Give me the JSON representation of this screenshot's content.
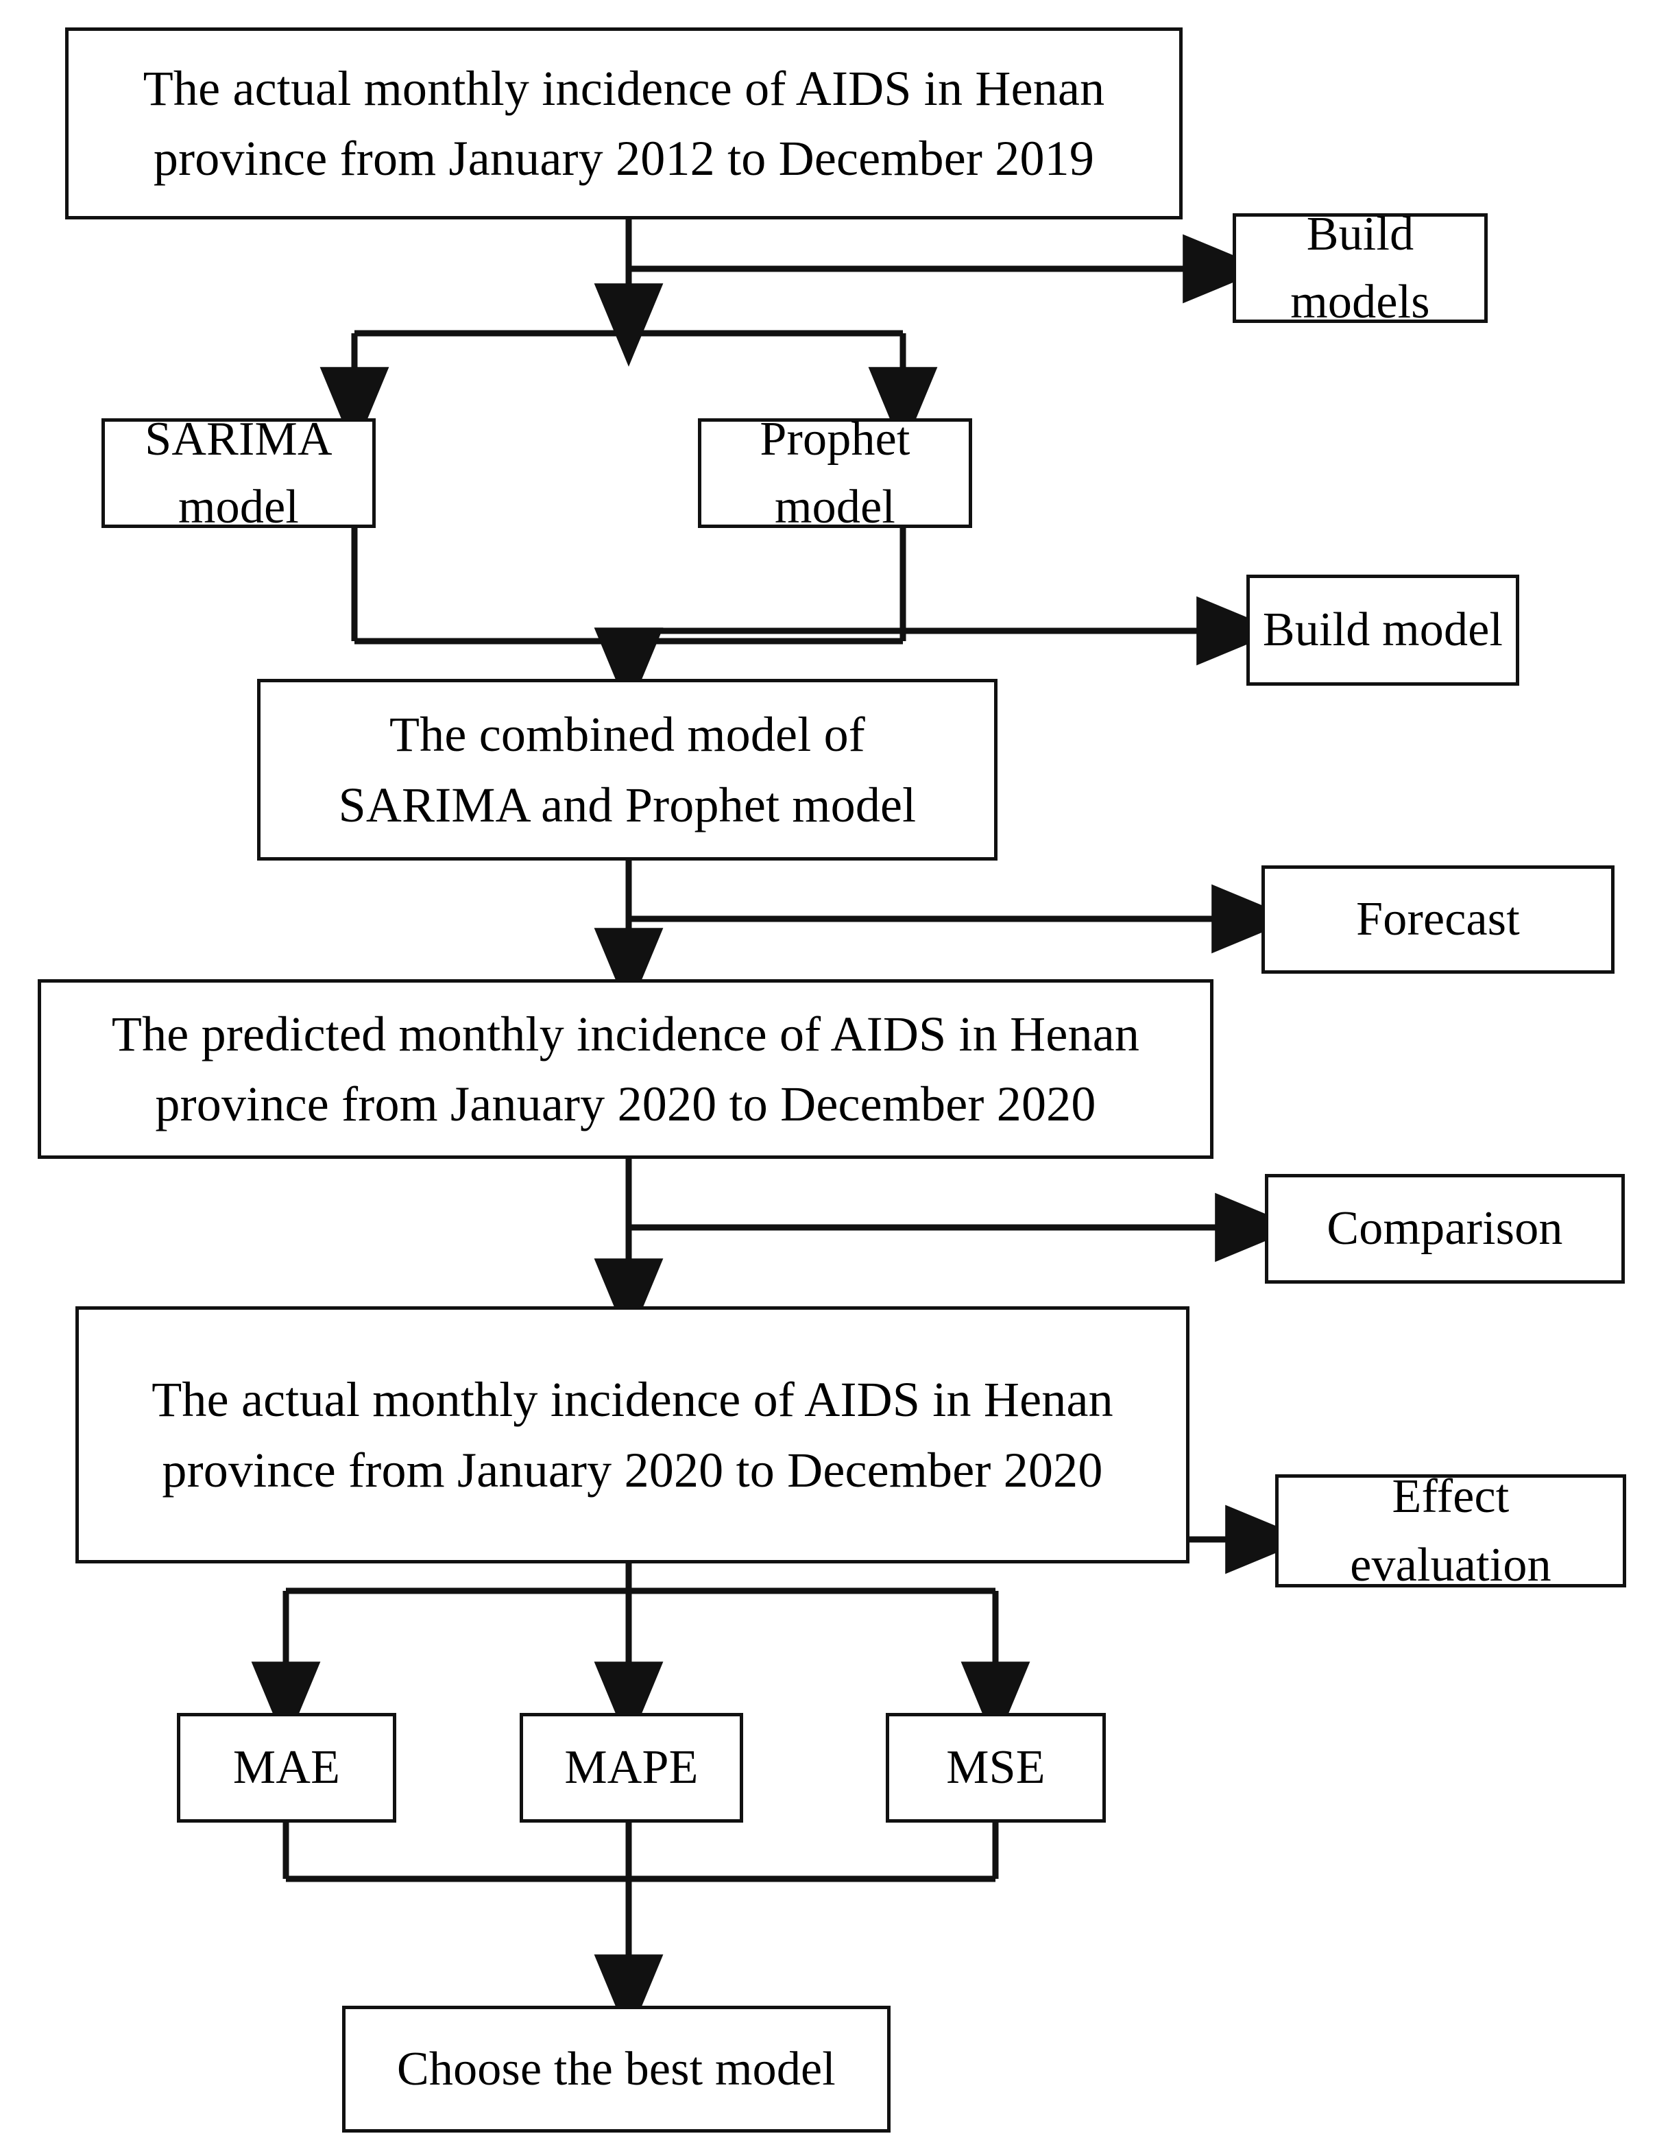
{
  "diagram": {
    "type": "flowchart",
    "title": "AIDS incidence forecasting workflow",
    "colors": {
      "background": "#ffffff",
      "stroke": "#111111",
      "text": "#000000"
    },
    "nodes": {
      "actual_train": {
        "label": "The actual monthly incidence of AIDS in Henan\nprovince from January 2012 to December 2019"
      },
      "build_models": {
        "label": "Build models"
      },
      "sarima": {
        "label": "SARIMA model"
      },
      "prophet": {
        "label": "Prophet model"
      },
      "build_model": {
        "label": "Build model"
      },
      "combined": {
        "label": "The combined model of\nSARIMA and Prophet model"
      },
      "forecast": {
        "label": "Forecast"
      },
      "predicted": {
        "label": "The predicted monthly incidence of AIDS in Henan\nprovince from January 2020 to December 2020"
      },
      "comparison": {
        "label": "Comparison"
      },
      "actual_test": {
        "label": "The actual monthly incidence of AIDS in Henan\nprovince from January 2020 to December 2020"
      },
      "effect_evaluation": {
        "label": "Effect evaluation"
      },
      "mae": {
        "label": "MAE"
      },
      "mape": {
        "label": "MAPE"
      },
      "mse": {
        "label": "MSE"
      },
      "choose_best": {
        "label": "Choose the best model"
      }
    },
    "edges": [
      {
        "from": "actual_train",
        "to": "build_models",
        "style": "arrow-right"
      },
      {
        "from": "actual_train",
        "to": "sarima",
        "style": "arrow-down"
      },
      {
        "from": "actual_train",
        "to": "prophet",
        "style": "arrow-down"
      },
      {
        "from": "sarima",
        "to": "combined",
        "style": "merge-down"
      },
      {
        "from": "prophet",
        "to": "combined",
        "style": "merge-down"
      },
      {
        "from": "sarima+prophet",
        "to": "build_model",
        "style": "arrow-right"
      },
      {
        "from": "combined",
        "to": "forecast",
        "style": "arrow-right"
      },
      {
        "from": "combined",
        "to": "predicted",
        "style": "arrow-down"
      },
      {
        "from": "predicted",
        "to": "comparison",
        "style": "arrow-right"
      },
      {
        "from": "predicted",
        "to": "actual_test",
        "style": "arrow-down"
      },
      {
        "from": "actual_test",
        "to": "effect_evaluation",
        "style": "arrow-right"
      },
      {
        "from": "actual_test",
        "to": "mae",
        "style": "arrow-down"
      },
      {
        "from": "actual_test",
        "to": "mape",
        "style": "arrow-down"
      },
      {
        "from": "actual_test",
        "to": "mse",
        "style": "arrow-down"
      },
      {
        "from": "mae",
        "to": "choose_best",
        "style": "merge-down"
      },
      {
        "from": "mape",
        "to": "choose_best",
        "style": "merge-down"
      },
      {
        "from": "mse",
        "to": "choose_best",
        "style": "merge-down"
      }
    ]
  }
}
